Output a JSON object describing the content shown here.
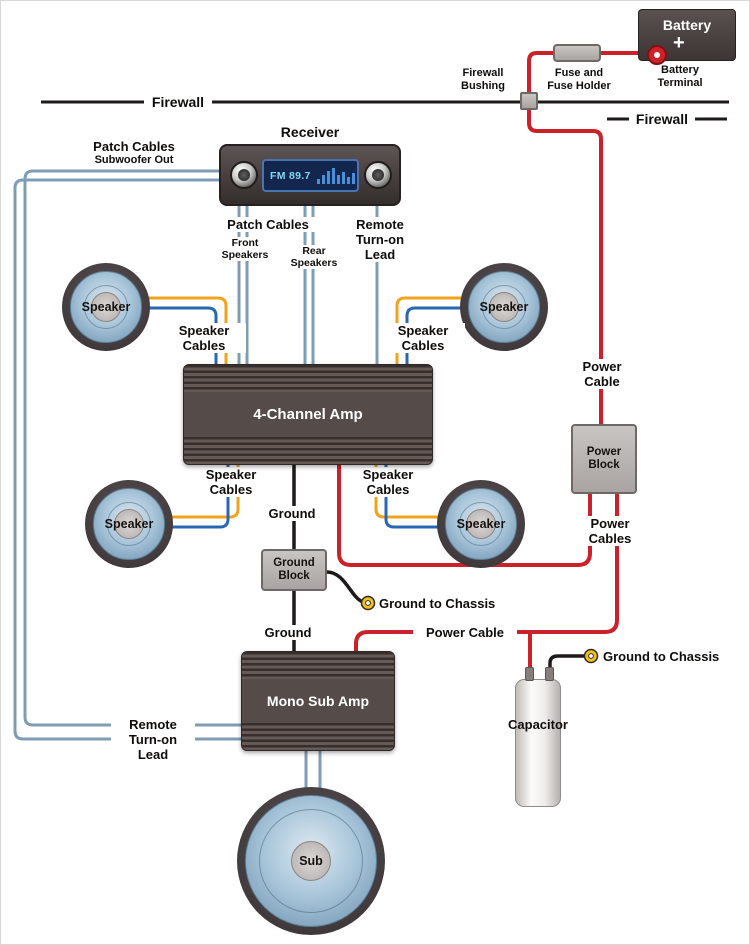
{
  "colors": {
    "power_cable": "#cc2128",
    "ground_wire": "#1d1a19",
    "signal_wire": "#7e9db5",
    "speaker_wire_orange": "#f2a31c",
    "speaker_wire_blue": "#2a67b2",
    "component_dark": "#4d4543",
    "block_gray": "#b5b0ad",
    "ring_terminal_yellow": "#f1c11f",
    "display_background": "#13264e",
    "display_text_color": "#85d6f4"
  },
  "battery": {
    "name": "Battery",
    "plus": "+",
    "terminal_line1": "Battery",
    "terminal_line2": "Terminal"
  },
  "fuse_holder": {
    "line1": "Fuse and",
    "line2": "Fuse Holder"
  },
  "firewall": {
    "label_left": "Firewall",
    "label_right": "Firewall",
    "bushing_line1": "Firewall",
    "bushing_line2": "Bushing"
  },
  "receiver": {
    "title": "Receiver",
    "display_text": "FM 89.7"
  },
  "subwoofer_patch": {
    "line1": "Patch Cables",
    "line2": "Subwoofer Out"
  },
  "patch_cables": {
    "title": "Patch Cables",
    "front_line1": "Front",
    "front_line2": "Speakers",
    "rear_line1": "Rear",
    "rear_line2": "Speakers"
  },
  "remote_lead": {
    "line1": "Remote",
    "line2": "Turn-on",
    "line3": "Lead"
  },
  "speaker_label": "Speaker",
  "speaker_cables": {
    "line1": "Speaker",
    "line2": "Cables"
  },
  "four_channel_amp": {
    "title": "4-Channel Amp"
  },
  "ground": {
    "label": "Ground",
    "block_line1": "Ground",
    "block_line2": "Block",
    "to_chassis": "Ground to Chassis"
  },
  "power": {
    "cable_line1": "Power",
    "cable_line2": "Cable",
    "cable_inline": "Power Cable",
    "cables_line1": "Power",
    "cables_line2": "Cables",
    "block_line1": "Power",
    "block_line2": "Block"
  },
  "mono_sub_amp": {
    "title": "Mono Sub Amp"
  },
  "capacitor": {
    "title": "Capacitor"
  },
  "sub": {
    "title": "Sub"
  }
}
